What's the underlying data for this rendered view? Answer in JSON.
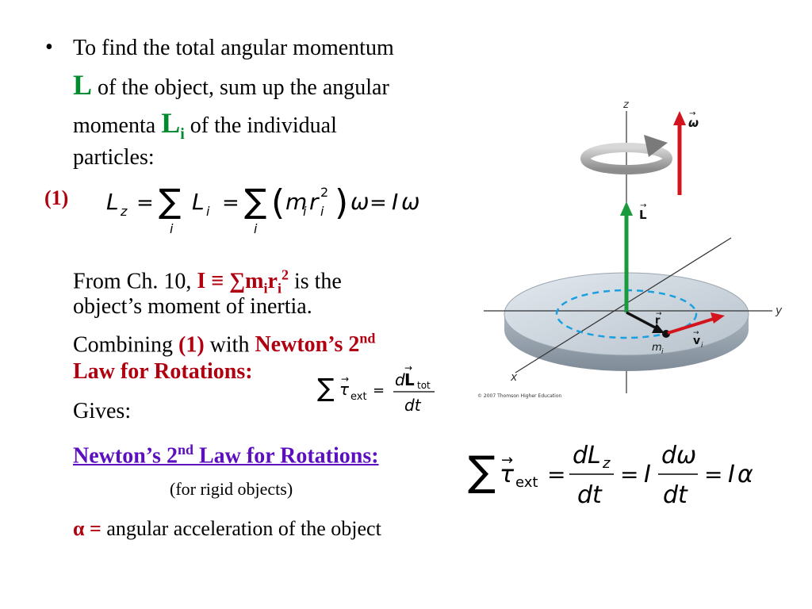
{
  "bullet_char": "•",
  "intro": {
    "line1": "To find the total angular momentum",
    "L_symbol": "L",
    "line2_rest": "of the object, sum up the angular",
    "line3_pre": "momenta",
    "Li_symbol": "L",
    "Li_sub": "i",
    "line3_post": "of the individual",
    "line4": "particles:"
  },
  "eq1": {
    "label": "(1)",
    "Lz": "L",
    "z": "z",
    "eq": "=",
    "sum": "∑",
    "Li": "L",
    "i": "i",
    "m": "m",
    "r": "r",
    "sq": "2",
    "omega": "ω",
    "I": "I",
    "lparen": "(",
    "rparen": ")"
  },
  "moment": {
    "line1_pre": "From Ch. 10,",
    "I_def": "I ≡ ∑m",
    "sub_i1": "i",
    "r": "r",
    "sub_i2": "i",
    "sq": "2",
    "line1_post": "is the",
    "line2": "object’s moment of inertia.",
    "line3_pre": "Combining",
    "ref": "(1)",
    "line3_mid": "with",
    "newton": "Newton’s 2",
    "nd": "nd",
    "line4": "Law for Rotations:",
    "gives": "Gives:"
  },
  "eq2": {
    "sum": "∑",
    "tau": "τ",
    "arrow": "→",
    "ext": "ext",
    "eq": "=",
    "d": "d",
    "L": "L",
    "tot": "tot",
    "dt": "dt"
  },
  "law": {
    "title": "Newton’s 2",
    "nd": "nd",
    "title_rest": "Law for Rotations:",
    "note": "(for rigid objects)"
  },
  "eq3": {
    "sum": "∑",
    "tau": "τ",
    "arrow": "→",
    "ext": "ext",
    "eq": "=",
    "dL": "dL",
    "z": "z",
    "dt": "dt",
    "I": "I",
    "domega": "dω",
    "alpha": "α"
  },
  "alpha_def": {
    "symbol": "α =",
    "text": "angular acceleration of the object"
  },
  "figure": {
    "z_label": "z",
    "y_label": "y",
    "x_label": "x",
    "omega_label": "ω",
    "L_label": "L",
    "r_label": "r",
    "m_label": "m",
    "m_sub": "i",
    "v_label": "v",
    "v_sub": "i",
    "arrow_glyph": "→",
    "credit": "© 2007 Thomson Higher Education",
    "colors": {
      "green": "#1a9a3c",
      "red": "#d4141c",
      "disk": "#c9d3dc",
      "dash": "#1aa0e0"
    }
  }
}
